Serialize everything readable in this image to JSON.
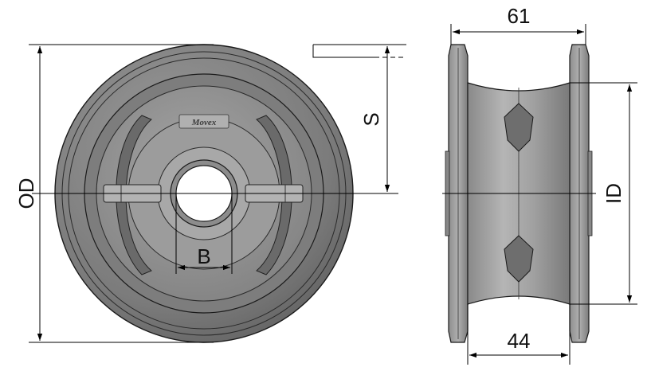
{
  "labels": {
    "od": "OD",
    "s": "S",
    "b": "B",
    "id": "ID",
    "width_total": "61",
    "width_hub": "44"
  },
  "logo_text": "Movex",
  "colors": {
    "metal_dark": "#6f6f6f",
    "metal_mid": "#8a8a8a",
    "metal_light": "#a9a9a9",
    "outline": "#1a1a1a",
    "dimension_line": "#000000"
  }
}
